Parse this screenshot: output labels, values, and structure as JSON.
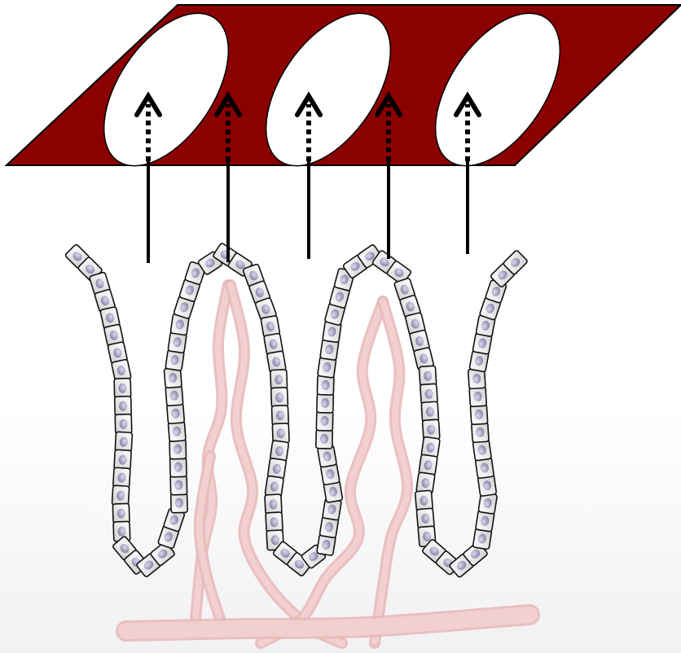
{
  "diagram": {
    "colors": {
      "surface_fill": "#8b0000",
      "surface_stroke": "#000000",
      "opening_fill": "#ffffff",
      "arrow": "#000000",
      "cell_fill": "#e6e6e6",
      "cell_stroke": "#111111",
      "nucleus": "#9a97b5",
      "vessel": "#e8b9b9",
      "background": "#ffffff"
    },
    "icons": {
      "surface": "red-parallelogram-surface",
      "openings": "white-oval-openings",
      "arrows": "upward-arrows-solid-and-dotted",
      "epithelium": "folded-cell-layer",
      "vessels": "coiled-blood-vessels"
    },
    "counts": {
      "openings": 3,
      "arrows": 5
    }
  }
}
